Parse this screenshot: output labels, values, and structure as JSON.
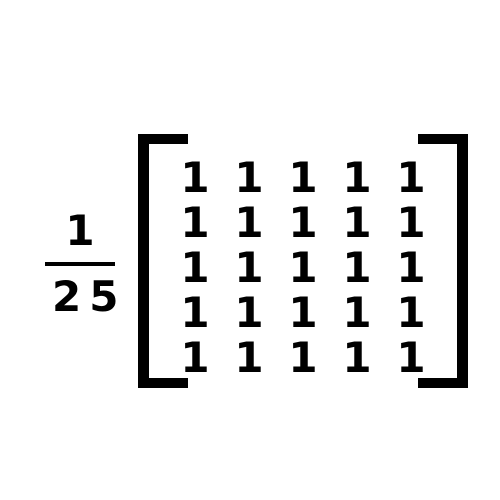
{
  "fraction": {
    "numerator": "1",
    "denominator": "25"
  },
  "matrix": {
    "rows": [
      [
        "1",
        "1",
        "1",
        "1",
        "1"
      ],
      [
        "1",
        "1",
        "1",
        "1",
        "1"
      ],
      [
        "1",
        "1",
        "1",
        "1",
        "1"
      ],
      [
        "1",
        "1",
        "1",
        "1",
        "1"
      ],
      [
        "1",
        "1",
        "1",
        "1",
        "1"
      ]
    ]
  }
}
